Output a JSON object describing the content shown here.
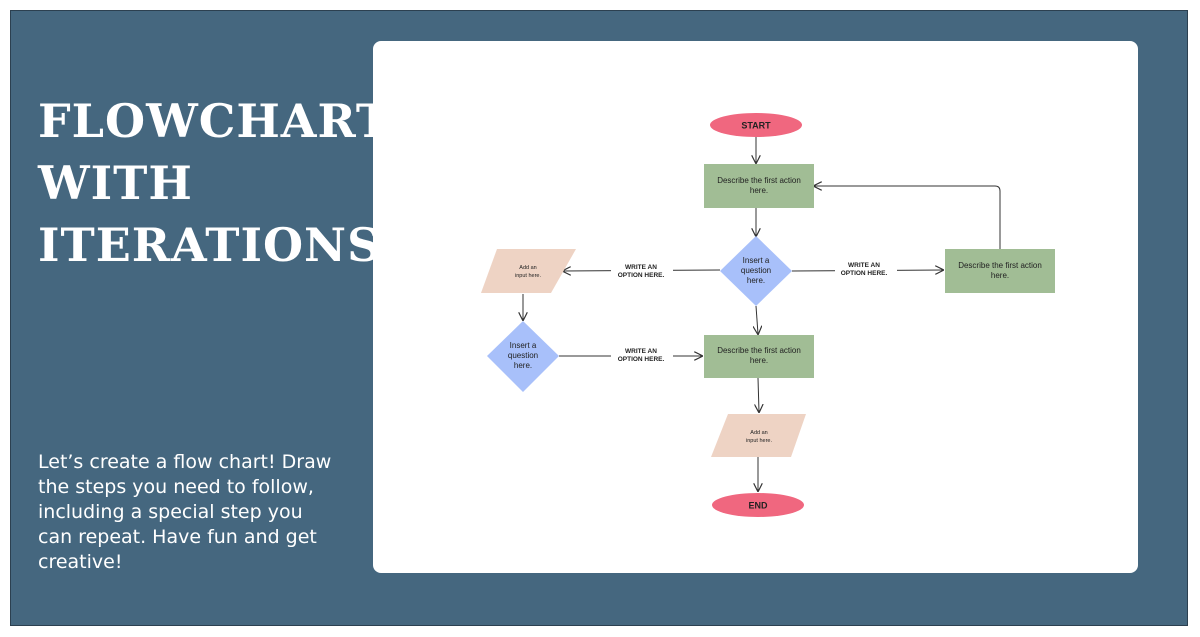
{
  "colors": {
    "background": "#45677f",
    "terminal": "#f0677f",
    "process": "#a1bd95",
    "decision": "#a8c0fa",
    "input": "#eed3c4",
    "card": "#ffffff"
  },
  "title_lines": [
    "FLOWCHARTS",
    "WITH",
    "ITERATIONS"
  ],
  "description": "Let’s create a flow chart! Draw the steps you need to follow, including a special step you can repeat. Have fun and get creative!",
  "flowchart": {
    "start": "START",
    "end": "END",
    "process_1": [
      "Describe the first action",
      "here."
    ],
    "process_loop": [
      "Describe the first action",
      "here."
    ],
    "process_2": [
      "Describe the first action",
      "here."
    ],
    "decision_1": [
      "Insert a",
      "question",
      "here."
    ],
    "decision_2": [
      "Insert a",
      "question",
      "here."
    ],
    "input_1": [
      "Add an",
      "input here."
    ],
    "input_2": [
      "Add an",
      "input here."
    ],
    "edge_left": [
      "WRITE AN",
      "OPTION HERE."
    ],
    "edge_right": [
      "WRITE AN",
      "OPTION HERE."
    ],
    "edge_bottom": [
      "WRITE AN",
      "OPTION HERE."
    ]
  }
}
